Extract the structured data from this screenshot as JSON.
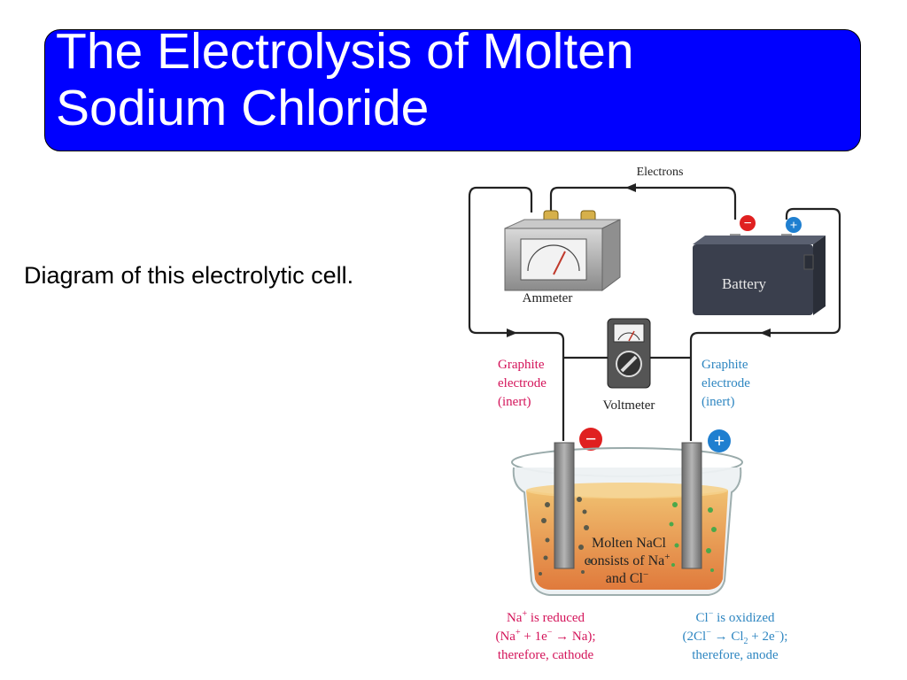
{
  "slide": {
    "title_line1": "The Electrolysis of Molten",
    "title_line2": "Sodium Chloride",
    "subtitle": "Diagram of this electrolytic cell."
  },
  "diagram": {
    "electrons_label": "Electrons",
    "ammeter_label": "Ammeter",
    "battery_label": "Battery",
    "voltmeter_label": "Voltmeter",
    "minus_sign": "−",
    "plus_sign": "+",
    "left_electrode": {
      "line1": "Graphite",
      "line2": "electrode",
      "line3": "(inert)"
    },
    "right_electrode": {
      "line1": "Graphite",
      "line2": "electrode",
      "line3": "(inert)"
    },
    "melt": {
      "line1": "Molten NaCl",
      "line2_pre": "consists of Na",
      "line2_sup": "+",
      "line3_pre": "and Cl",
      "line3_sup": "−"
    },
    "cathode_note": {
      "l1_a": "Na",
      "l1_sup": "+",
      "l1_b": " is reduced",
      "l2_a": "(Na",
      "l2_sup1": "+",
      "l2_b": " + 1e",
      "l2_sup2": "−",
      "l2_c": " → Na);",
      "l3": "therefore, cathode"
    },
    "anode_note": {
      "l1_a": "Cl",
      "l1_sup": "−",
      "l1_b": " is oxidized",
      "l2_a": "(2Cl",
      "l2_sup1": "−",
      "l2_b": " → Cl",
      "l2_sub": "2",
      "l2_c": " + 2e",
      "l2_sup2": "−",
      "l2_d": ");",
      "l3": "therefore, anode"
    },
    "colors": {
      "cathode_text": "#d4145a",
      "anode_text": "#2e86c1",
      "minus_badge": "#e02020",
      "plus_badge": "#1f7fd0",
      "melt": "#e9a35a",
      "battery": "#3a3f4d"
    }
  }
}
